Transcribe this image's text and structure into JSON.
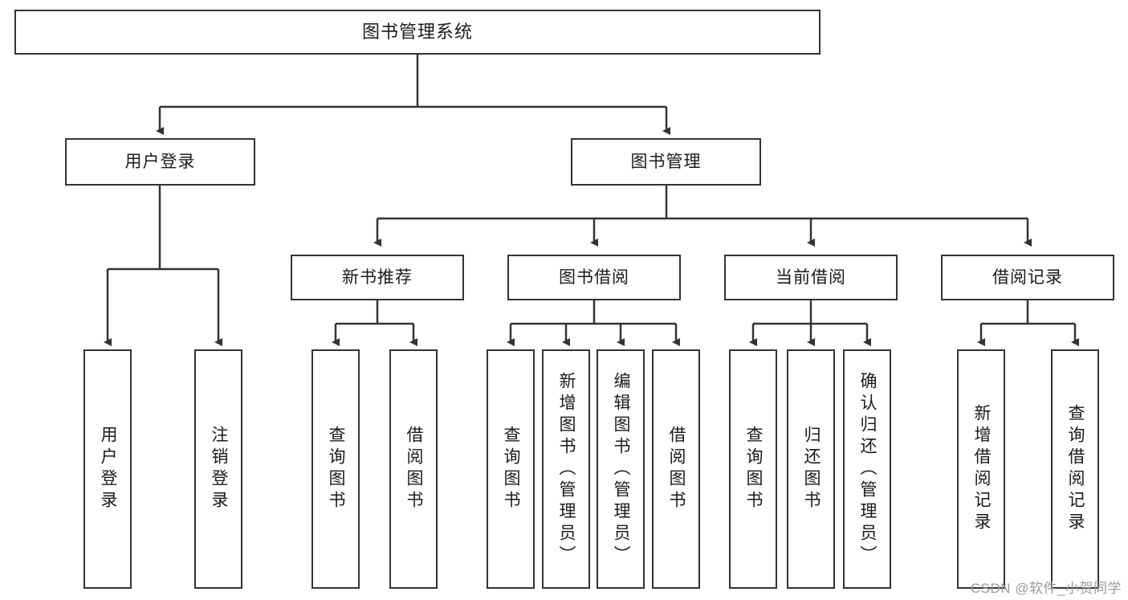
{
  "diagram": {
    "title": "图书管理系统",
    "type": "tree-hierarchy-chart",
    "line_color": "#333333",
    "box_fill": "#ffffff",
    "text_color": "#1a1a1a"
  },
  "watermark": {
    "text": "CSDN @软件_小贺同学",
    "color": "#9a9a9a"
  },
  "nodes": {
    "root": {
      "label": "图书管理系统"
    },
    "level2": [
      {
        "id": "user-login",
        "label": "用户登录"
      },
      {
        "id": "book-manage",
        "label": "图书管理"
      }
    ],
    "level3": [
      {
        "id": "new-book-recommend",
        "label": "新书推荐"
      },
      {
        "id": "book-borrow",
        "label": "图书借阅"
      },
      {
        "id": "current-borrow",
        "label": "当前借阅"
      },
      {
        "id": "borrow-record",
        "label": "借阅记录"
      }
    ],
    "leaves": {
      "user-login": [
        {
          "id": "leaf-user-login",
          "label": "用户登录"
        },
        {
          "id": "leaf-logout-login",
          "label": "注销登录"
        }
      ],
      "new-book-recommend": [
        {
          "id": "leaf-query-book-1",
          "label": "查询图书"
        },
        {
          "id": "leaf-borrow-book-1",
          "label": "借阅图书"
        }
      ],
      "book-borrow": [
        {
          "id": "leaf-query-book-2",
          "label": "查询图书"
        },
        {
          "id": "leaf-add-book",
          "label": "新增图书（管理员）"
        },
        {
          "id": "leaf-edit-book",
          "label": "编辑图书（管理员）"
        },
        {
          "id": "leaf-borrow-book-2",
          "label": "借阅图书"
        }
      ],
      "current-borrow": [
        {
          "id": "leaf-query-book-3",
          "label": "查询图书"
        },
        {
          "id": "leaf-return-book",
          "label": "归还图书"
        },
        {
          "id": "leaf-confirm-return",
          "label": "确认归还（管理员）"
        }
      ],
      "borrow-record": [
        {
          "id": "leaf-add-record",
          "label": "新增借阅记录"
        },
        {
          "id": "leaf-query-record",
          "label": "查询借阅记录"
        }
      ]
    }
  }
}
